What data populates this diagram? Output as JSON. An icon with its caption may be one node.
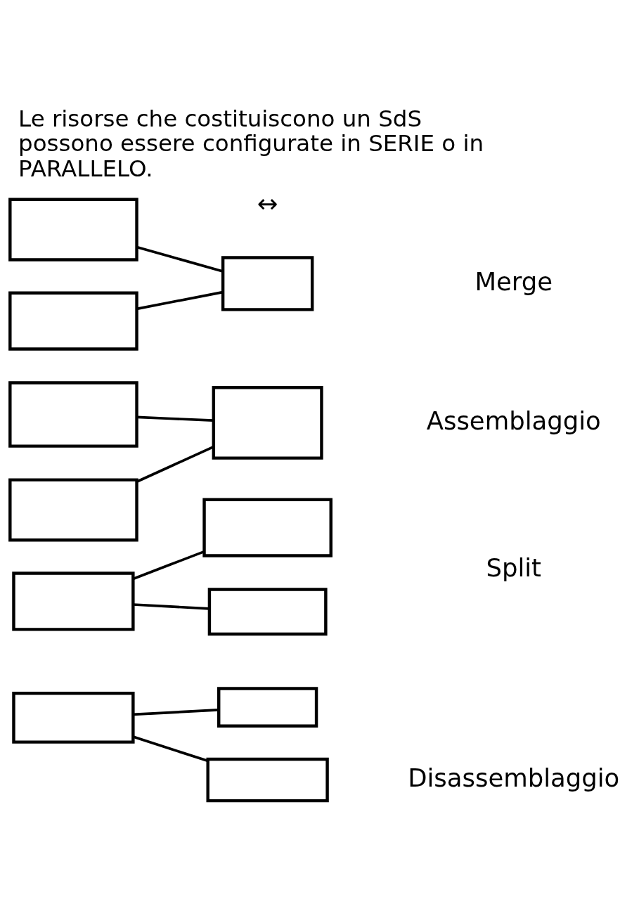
{
  "diagram": {
    "title": "Le risorse che costituiscono un SdS possono essere configurate in SERIE o in PARALLELO.",
    "nodes": [
      {
        "text": [],
        "shape": "box"
      },
      {
        "text": [],
        "shape": "box"
      },
      {
        "text": [],
        "shape": "box"
      },
      {
        "text": [],
        "shape": "box"
      },
      {
        "text": [],
        "shape": "box"
      },
      {
        "text": [],
        "shape": "box"
      },
      {
        "text": [],
        "shape": "box"
      },
      {
        "text": [],
        "shape": "box"
      },
      {
        "text": [],
        "shape": "box"
      },
      {
        "text": [],
        "shape": "box"
      },
      {
        "text": [],
        "shape": "box"
      },
      {
        "text": [],
        "shape": "box"
      }
    ],
    "edges": [
      {
        "from": 0,
        "to": 1,
        "arrow": "none"
      },
      {
        "from": 2,
        "to": 1,
        "arrow": "none"
      },
      {
        "from": 3,
        "to": 4,
        "arrow": "none"
      },
      {
        "from": 5,
        "to": 4,
        "arrow": "none"
      },
      {
        "from": 7,
        "to": 6,
        "arrow": "none"
      },
      {
        "from": 7,
        "to": 8,
        "arrow": "none"
      },
      {
        "from": 10,
        "to": 9,
        "arrow": "none"
      },
      {
        "from": 10,
        "to": 11,
        "arrow": "none"
      }
    ],
    "labels": [
      "↔",
      "Merge",
      "Assemblaggio",
      "Split",
      "Disassemblaggio"
    ]
  }
}
